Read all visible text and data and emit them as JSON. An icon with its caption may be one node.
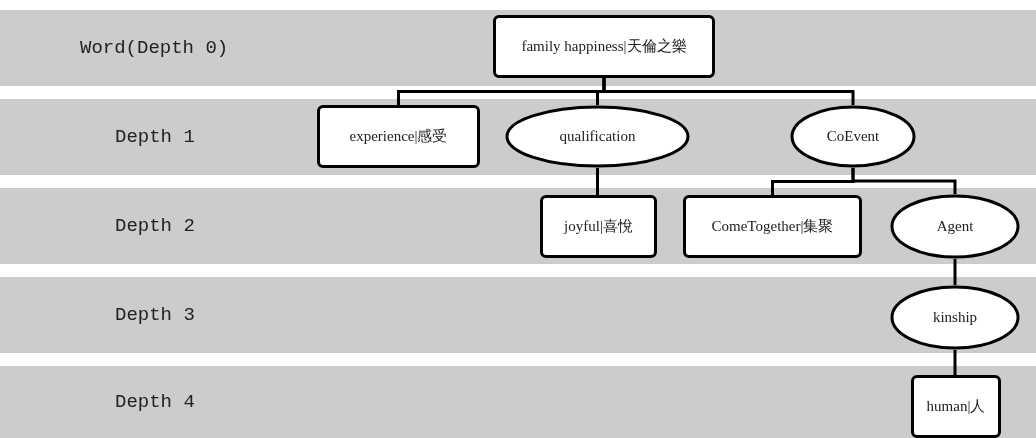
{
  "diagram": {
    "nodes": [
      {
        "text": [
          "Word(Depth 0)"
        ]
      },
      {
        "text": [
          "family happiness|天倫之樂"
        ],
        "in": 0
      },
      {
        "text": [
          "Depth 1"
        ]
      },
      {
        "text": [
          "experience|感受"
        ],
        "in": 2
      },
      {
        "text": [
          "qualification"
        ],
        "in": 2
      },
      {
        "text": [
          "CoEvent"
        ],
        "in": 2
      },
      {
        "text": [
          "Depth 2"
        ]
      },
      {
        "text": [
          "joyful|喜悅"
        ],
        "in": 6
      },
      {
        "text": [
          "ComeTogether|集聚"
        ],
        "in": 6
      },
      {
        "text": [
          "Agent"
        ],
        "in": 6
      },
      {
        "text": [
          "Depth 3"
        ]
      },
      {
        "text": [
          "kinship"
        ],
        "in": 10
      },
      {
        "text": [
          "Depth 4"
        ]
      },
      {
        "text": [
          "human|人"
        ],
        "in": 12
      }
    ],
    "edges": [
      {
        "from": 1,
        "to": 3,
        "arrow": "none"
      },
      {
        "from": 1,
        "to": 4,
        "arrow": "none"
      },
      {
        "from": 1,
        "to": 5,
        "arrow": "none"
      },
      {
        "from": 4,
        "to": 7,
        "arrow": "none"
      },
      {
        "from": 5,
        "to": 8,
        "arrow": "none"
      },
      {
        "from": 5,
        "to": 9,
        "arrow": "none"
      },
      {
        "from": 9,
        "to": 11,
        "arrow": "none"
      },
      {
        "from": 11,
        "to": 13,
        "arrow": "none"
      }
    ]
  }
}
